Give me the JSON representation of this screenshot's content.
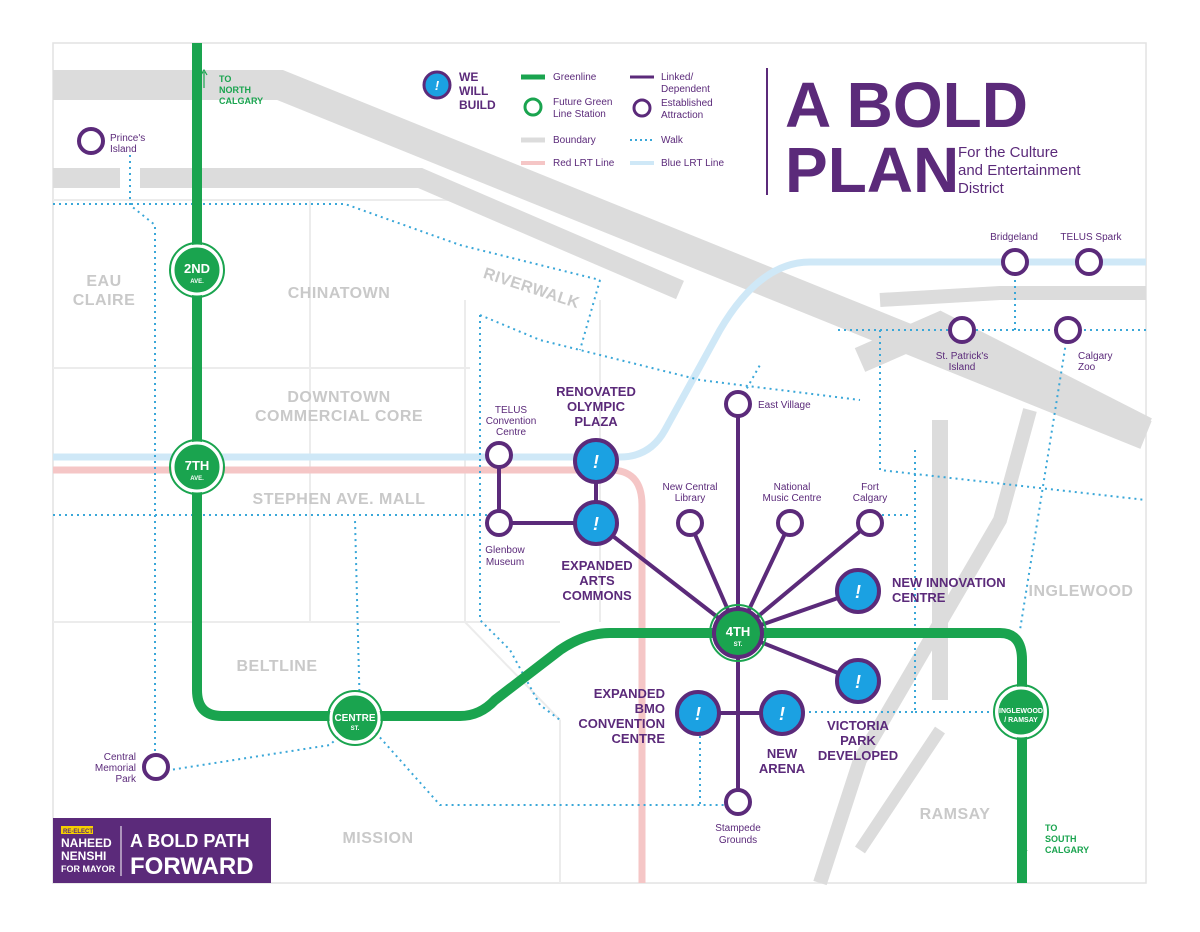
{
  "title": {
    "line1": "A BOLD",
    "line2": "PLAN",
    "subtitle1": "For the Culture",
    "subtitle2": "and Entertainment",
    "subtitle3": "District"
  },
  "colors": {
    "greenline": "#1aa44f",
    "purple": "#5b2a7a",
    "blue": "#1ba1e2",
    "boundary": "#dcdcdc",
    "red_lrt": "#f5c6c6",
    "blue_lrt": "#cfe8f7",
    "walk": "#3aa7d8"
  },
  "legend": {
    "we_will_build": [
      "WE",
      "WILL",
      "BUILD"
    ],
    "greenline": "Greenline",
    "future_station": [
      "Future Green",
      "Line Station"
    ],
    "boundary": "Boundary",
    "red_lrt": "Red LRT Line",
    "linked": [
      "Linked/",
      "Dependent"
    ],
    "established": [
      "Established",
      "Attraction"
    ],
    "walk": "Walk",
    "blue_lrt": "Blue LRT Line"
  },
  "districts": {
    "eau_claire": [
      "EAU",
      "CLAIRE"
    ],
    "chinatown": "CHINATOWN",
    "riverwalk": "RIVERWALK",
    "downtown": [
      "DOWNTOWN",
      "COMMERCIAL CORE"
    ],
    "stephen": "STEPHEN AVE. MALL",
    "beltline": "BELTLINE",
    "mission": "MISSION",
    "inglewood": "INGLEWOOD",
    "ramsay": "RAMSAY"
  },
  "stations": {
    "second": {
      "name": "2ND",
      "sub": "AVE."
    },
    "seventh": {
      "name": "7TH",
      "sub": "AVE."
    },
    "centre": {
      "name": "CENTRE",
      "sub": "ST."
    },
    "fourth": {
      "name": "4TH",
      "sub": "ST."
    },
    "inglewood": {
      "name": "INGLEWOOD",
      "sub": "/ RAMSAY"
    }
  },
  "directions": {
    "north": [
      "TO",
      "NORTH",
      "CALGARY"
    ],
    "south": [
      "TO",
      "SOUTH",
      "CALGARY"
    ]
  },
  "attractions": {
    "princes_island": [
      "Prince's",
      "Island"
    ],
    "telus_convention": [
      "TELUS",
      "Convention",
      "Centre"
    ],
    "glenbow": [
      "Glenbow",
      "Museum"
    ],
    "library": [
      "New Central",
      "Library"
    ],
    "music": [
      "National",
      "Music Centre"
    ],
    "fort": [
      "Fort",
      "Calgary"
    ],
    "east_village": "East Village",
    "bridgeland": "Bridgeland",
    "telus_spark": "TELUS Spark",
    "st_patricks": [
      "St. Patrick's",
      "Island"
    ],
    "zoo": [
      "Calgary",
      "Zoo"
    ],
    "memorial": [
      "Central",
      "Memorial",
      "Park"
    ],
    "stampede": [
      "Stampede",
      "Grounds"
    ]
  },
  "builds": {
    "olympic": [
      "RENOVATED",
      "OLYMPIC",
      "PLAZA"
    ],
    "arts": [
      "EXPANDED",
      "ARTS",
      "COMMONS"
    ],
    "innovation": [
      "NEW INNOVATION",
      "CENTRE"
    ],
    "bmo": [
      "EXPANDED",
      "BMO",
      "CONVENTION",
      "CENTRE"
    ],
    "arena": [
      "NEW",
      "ARENA"
    ],
    "victoria": [
      "VICTORIA",
      "PARK",
      "DEVELOPED"
    ]
  },
  "badge": {
    "reelect": "RE-ELECT",
    "name1": "NAHEED",
    "name2": "NENSHI",
    "for_mayor": "FOR MAYOR",
    "path1": "A BOLD PATH",
    "path2": "FORWARD"
  },
  "marker_glyph": "!"
}
